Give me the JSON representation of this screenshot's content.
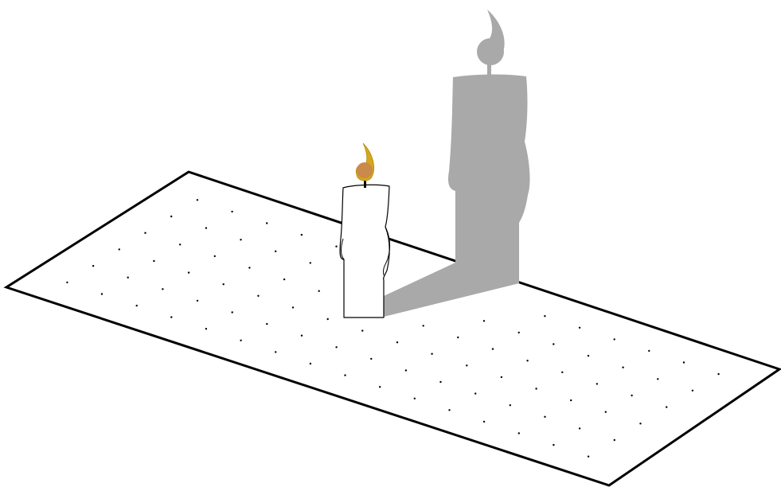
{
  "scene": {
    "description_kind": "illustration",
    "elements": [
      "floor-plane",
      "floor-dots",
      "candle",
      "candle-flame",
      "candle-shadow"
    ]
  },
  "colors": {
    "background": "#ffffff",
    "outline": "#000000",
    "candle_body": "#ffffff",
    "shadow": "#a9a9a9",
    "flame_outer": "#d4a81a",
    "flame_core": "#c98a4b",
    "dot": "#000000"
  }
}
